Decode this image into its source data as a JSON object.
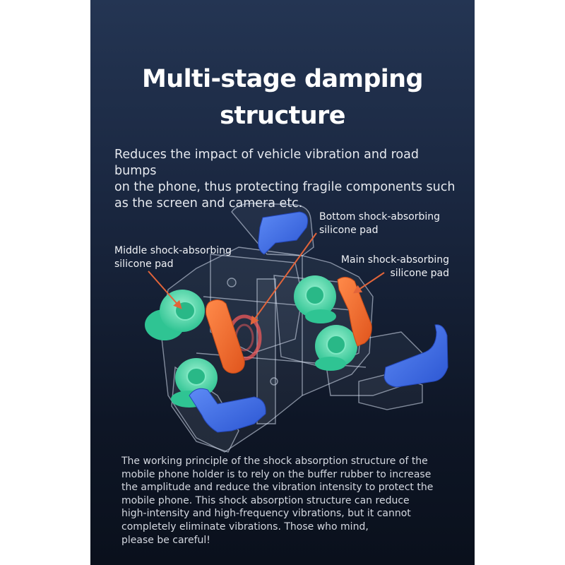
{
  "title": {
    "line1": "Multi-stage damping",
    "line2": "structure"
  },
  "intro": {
    "line1": "Reduces the impact of vehicle vibration and road bumps",
    "line2": "on the phone, thus protecting fragile components such",
    "line3": "as the screen and camera etc."
  },
  "callouts": {
    "bottom": {
      "line1": "Bottom shock-absorbing",
      "line2": "silicone pad"
    },
    "middle": {
      "line1": "Middle shock-absorbing",
      "line2": "silicone pad"
    },
    "main": {
      "line1": "Main shock-absorbing",
      "line2": "silicone pad"
    }
  },
  "footer": {
    "lines": [
      "The working principle of the shock absorption structure of the",
      "mobile phone holder is to rely on the buffer rubber to increase",
      "the amplitude and reduce the vibration intensity to protect the",
      "mobile phone. This shock absorption structure can reduce",
      "high-intensity and high-frequency vibrations, but it cannot",
      "completely eliminate vibrations. Those who mind,",
      "please be careful!"
    ]
  },
  "colors": {
    "background_top": "#243553",
    "background_bottom": "#0a101c",
    "pad_green": "#43d8a8",
    "pad_blue": "#3f6ee6",
    "pad_orange": "#ef6a2d",
    "arrow": "#e2643a"
  }
}
